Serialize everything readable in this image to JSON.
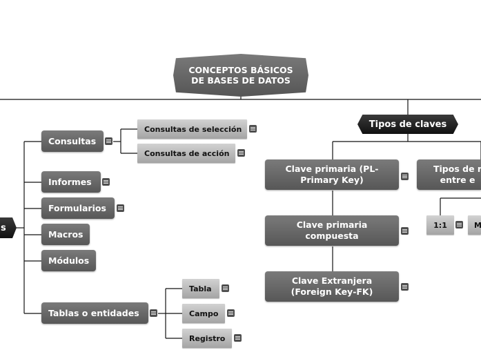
{
  "root": {
    "label": "CONCEPTOS BÁSICOS\nDE BASES DE DATOS"
  },
  "left_branch": {
    "hub_label": "s",
    "items": {
      "consultas": "Consultas",
      "informes": "Informes",
      "formularios": "Formularios",
      "macros": "Macros",
      "modulos": "Módulos",
      "tablas": "Tablas o entidades"
    },
    "consultas_children": [
      "Consultas de selección",
      "Consultas de acción"
    ],
    "tablas_children": [
      "Tabla",
      "Campo",
      "Registro"
    ]
  },
  "right_branch": {
    "title": "Tipos de claves",
    "claves": [
      "Clave primaria (PL-\nPrimary Key)",
      "Clave primaria\ncompuesta",
      "Clave Extranjera\n(Foreign Key-FK)"
    ],
    "relaciones_partial": "Tipos de r\nentre e",
    "relaciones_children": [
      "1:1",
      "M"
    ]
  },
  "icons": {
    "note": "note-icon"
  },
  "colors": {
    "node_dark": "#666666",
    "node_light": "#bbbbbb",
    "node_black": "#222222",
    "line": "#111111"
  }
}
